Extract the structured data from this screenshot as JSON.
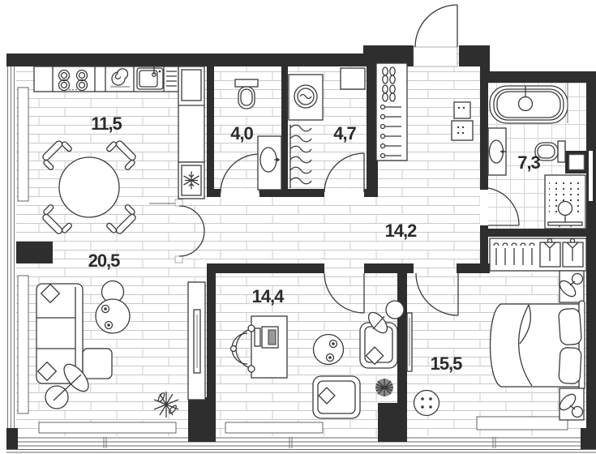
{
  "labels": {
    "kitchen": "11,5",
    "wc": "4,0",
    "laundry": "4,7",
    "hallway": "14,2",
    "bathroom": "7,3",
    "living": "20,5",
    "study": "14,4",
    "bedroom": "15,5"
  },
  "colors": {
    "wall": "#2e2e2e",
    "furniture_line": "#3a3a3a",
    "floor_line": "#c9c9c9"
  }
}
